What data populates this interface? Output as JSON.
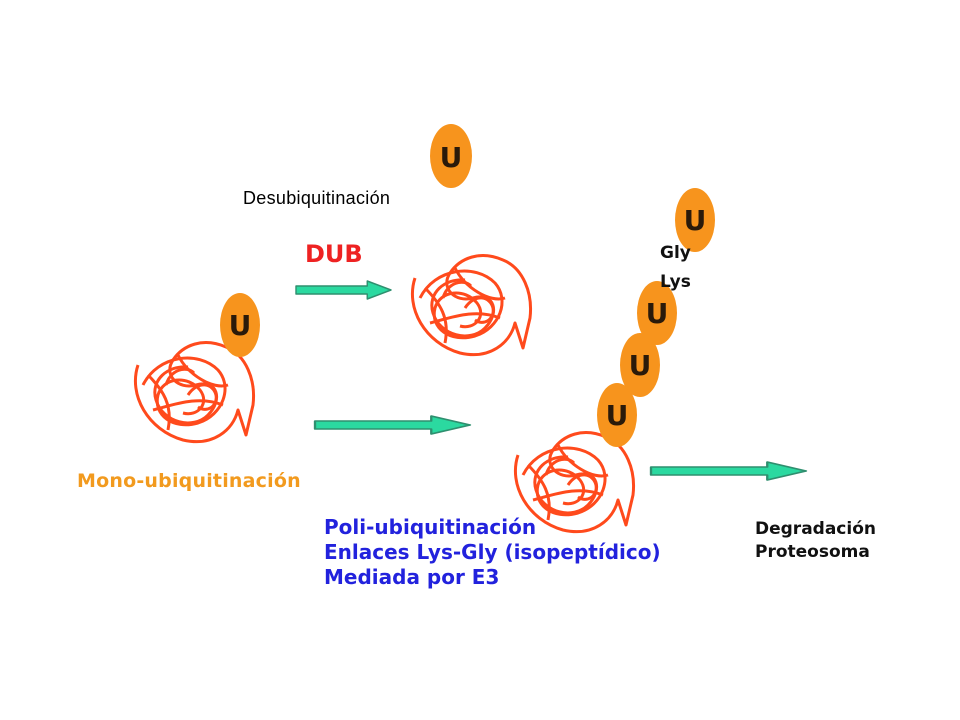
{
  "labels": {
    "deubiquitination": "Desubiquitinación",
    "dub": "DUB",
    "gly": "Gly",
    "lys": "Lys",
    "mono": "Mono-ubiquitinación",
    "ubiquitin": "U"
  },
  "poly": {
    "line1": "Poli-ubiquitinación",
    "line2": "Enlaces Lys-Gly (isopeptídico)",
    "line3": "Mediada por E3"
  },
  "degradation": {
    "line1": "Degradación",
    "line2": "Proteosoma"
  },
  "colors": {
    "protein": "#ff4a1c",
    "ubiquitin": "#f7941d",
    "arrow_fill": "#2bd9a0",
    "arrow_stroke": "#2f8f6f",
    "dub_text": "#ee2222",
    "mono_text": "#f29a1e",
    "poly_text": "#2222dd"
  }
}
